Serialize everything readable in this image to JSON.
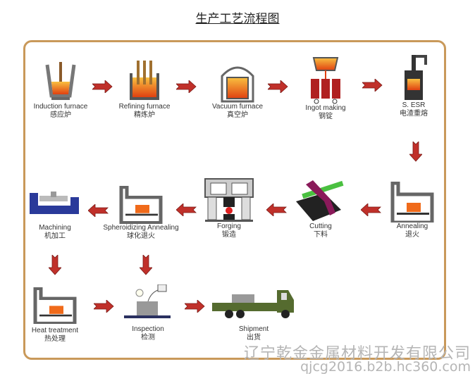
{
  "title": "生产工艺流程图",
  "steps": [
    {
      "en": "Induction furnace",
      "zh": "感应炉"
    },
    {
      "en": "Refining furnace",
      "zh": "精炼炉"
    },
    {
      "en": "Vacuum furnace",
      "zh": "真空炉"
    },
    {
      "en": "Ingot making",
      "zh": "钢锭"
    },
    {
      "en": "S. ESR",
      "zh": "电渣重熔"
    },
    {
      "en": "Annealing",
      "zh": "退火"
    },
    {
      "en": "Cutting",
      "zh": "下料"
    },
    {
      "en": "Forging",
      "zh": "锻造"
    },
    {
      "en": "Spheroidizing Annealing",
      "zh": "球化退火"
    },
    {
      "en": "Machining",
      "zh": "机加工"
    },
    {
      "en": "Heat treatment",
      "zh": "热处理"
    },
    {
      "en": "Inspection",
      "zh": "检测"
    },
    {
      "en": "Shipment",
      "zh": "出货"
    }
  ],
  "watermark": {
    "company": "辽宁乾金金属材料开发有限公司",
    "url": "qjcg2016.b2b.hc360.com"
  },
  "colors": {
    "arrow": "#c0302a",
    "frame": "#c9995a",
    "molten": "#f06a1a"
  }
}
